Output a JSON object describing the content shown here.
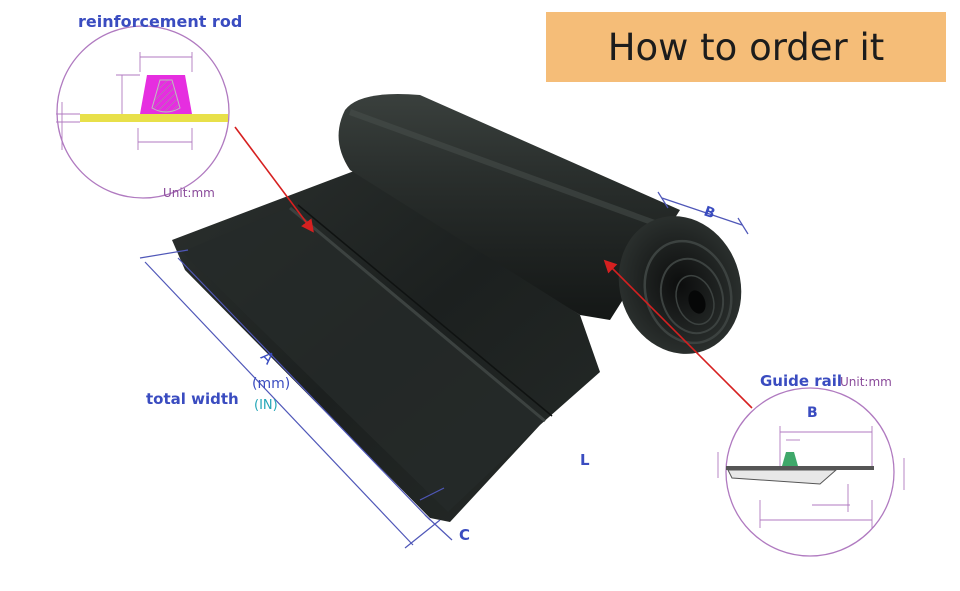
{
  "title": "How to order it",
  "labels": {
    "reinforcement_rod": "reinforcement rod",
    "unit_left": "Unit:mm",
    "guide_rail": "Guide rail",
    "unit_right": "Unit:mm",
    "b_top": "B",
    "b_detail": "B",
    "dim_a": "A",
    "mm": "(mm)",
    "in": "(IN)",
    "total_width": "total width",
    "dim_l": "L",
    "dim_c": "C"
  },
  "colors": {
    "label_blue": "#3a4cc0",
    "unit_purple": "#8a4a9a",
    "inch_teal": "#25a7b8",
    "title_bg": "#f5bd78",
    "rod_magenta": "#e62ee0",
    "rail_green": "#3fa86a",
    "strip_yellow": "#e8e04a",
    "arrow_red": "#d62020",
    "membrane": "#1f2422"
  }
}
